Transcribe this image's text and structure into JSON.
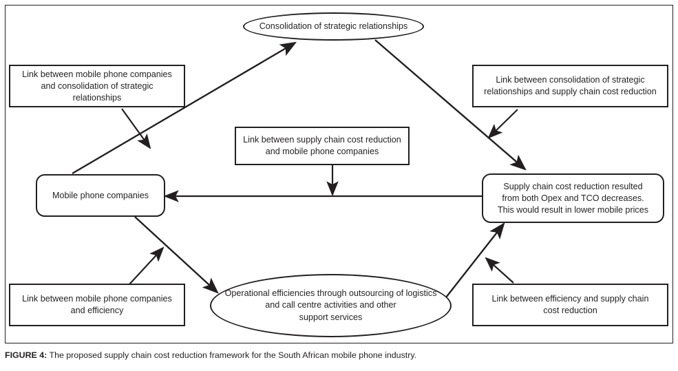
{
  "figure": {
    "caption_label": "FIGURE 4:",
    "caption_text": " The proposed supply chain cost reduction framework for the South African mobile phone industry."
  },
  "nodes": {
    "consolidation_ellipse": {
      "label": "Consolidation of strategic relationships",
      "shape": "ellipse"
    },
    "link_phone_to_consolidation": {
      "label": "Link between mobile phone companies\nand consolidation of strategic relationships",
      "shape": "rectangle"
    },
    "link_consolidation_to_cost": {
      "label": "Link between consolidation of strategic\nrelationships and supply chain cost reduction",
      "shape": "rectangle"
    },
    "link_cost_to_phone": {
      "label": "Link between supply chain cost reduction\nand mobile phone companies",
      "shape": "rectangle"
    },
    "mobile_phone_companies": {
      "label": "Mobile phone companies",
      "shape": "rounded-rectangle"
    },
    "supply_chain_cost_reduction": {
      "label": "Supply chain cost reduction resulted\nfrom both Opex and TCO decreases.\nThis would result in lower mobile prices",
      "shape": "rounded-rectangle"
    },
    "operational_efficiencies_ellipse": {
      "label": "Operational efficiencies through outsourcing of logistics\nand call centre activities and other\nsupport services",
      "shape": "ellipse"
    },
    "link_phone_to_efficiency": {
      "label": "Link between mobile phone companies\nand efficiency",
      "shape": "rectangle"
    },
    "link_efficiency_to_cost": {
      "label": "Link between efficiency and supply chain\ncost reduction",
      "shape": "rectangle"
    }
  },
  "colors": {
    "stroke": "#231f20",
    "background": "#ffffff",
    "text": "#231f20"
  }
}
